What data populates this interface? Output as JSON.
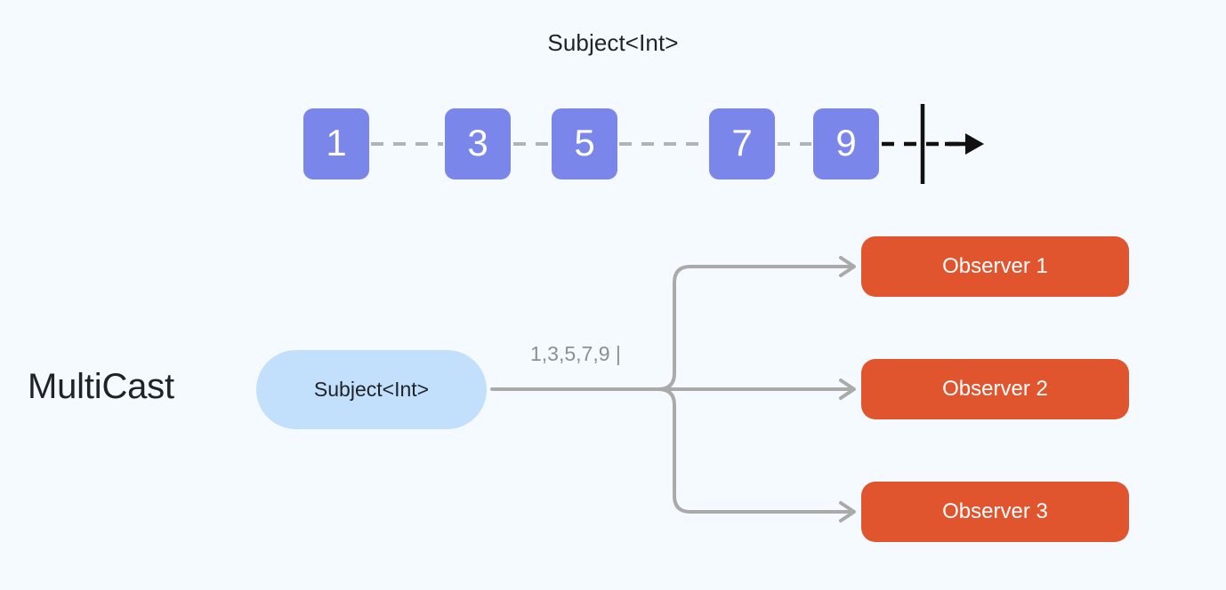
{
  "background_color": "#f4faff",
  "marble": {
    "title": "Subject<Int>",
    "box_color": "#7b86ea",
    "value_text_color": "#ffffff",
    "dash_color": "#b0b3b8",
    "completion_color": "#111111",
    "events": [
      {
        "value": "1"
      },
      {
        "value": "3"
      },
      {
        "value": "5"
      },
      {
        "value": "7"
      },
      {
        "value": "9"
      }
    ],
    "completion_marker": "|",
    "arrow": "→"
  },
  "diagram": {
    "section_label": "MultiCast",
    "source_node": {
      "label": "Subject<Int>",
      "fill": "#c2dffb",
      "text_color": "#1f2328"
    },
    "emission_label": "1,3,5,7,9 |",
    "emission_label_color": "#8c9096",
    "connector_color": "#aaaaaa",
    "observers": [
      {
        "label": "Observer 1",
        "fill": "#e0552e"
      },
      {
        "label": "Observer 2",
        "fill": "#e0552e"
      },
      {
        "label": "Observer 3",
        "fill": "#e0552e"
      }
    ]
  }
}
